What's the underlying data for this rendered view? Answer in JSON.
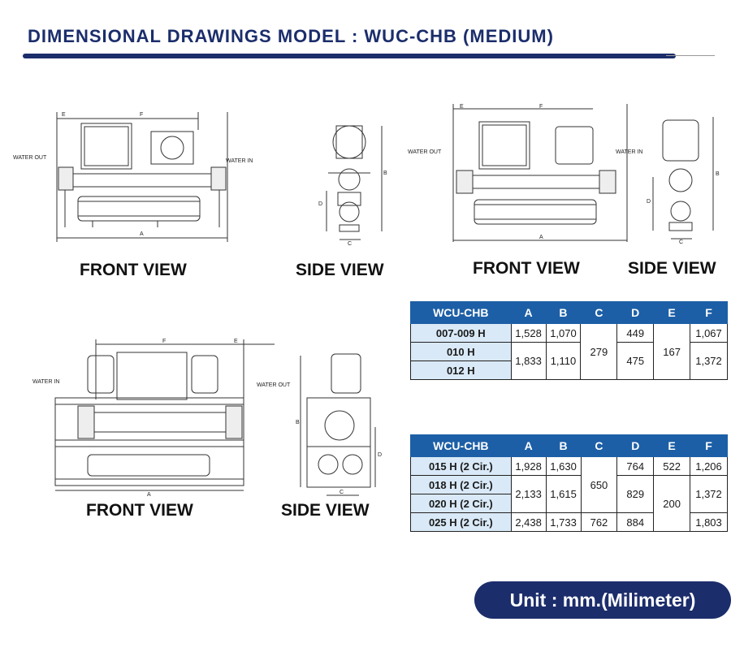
{
  "header": {
    "title": "DIMENSIONAL DRAWINGS MODEL : WUC-CHB  (MEDIUM)"
  },
  "views": {
    "front_view": "FRONT VIEW",
    "side_view": "SIDE VIEW"
  },
  "drawing_labels": {
    "water_out": "WATER OUT",
    "water_in": "WATER IN",
    "dim_a": "A",
    "dim_b": "B",
    "dim_c": "C",
    "dim_d": "D",
    "dim_e": "E",
    "dim_f": "F"
  },
  "table1": {
    "headers": [
      "WCU-CHB",
      "A",
      "B",
      "C",
      "D",
      "E",
      "F"
    ],
    "models": [
      "007-009 H",
      "010 H",
      "012 H"
    ],
    "a": [
      "1,528",
      "1,833"
    ],
    "b": [
      "1,070",
      "1,110"
    ],
    "c": "279",
    "d": [
      "449",
      "475"
    ],
    "e": "167",
    "f": [
      "1,067",
      "1,372"
    ]
  },
  "table2": {
    "headers": [
      "WCU-CHB",
      "A",
      "B",
      "C",
      "D",
      "E",
      "F"
    ],
    "models": [
      "015 H (2 Cir.)",
      "018 H (2 Cir.)",
      "020 H (2 Cir.)",
      "025 H (2 Cir.)"
    ],
    "a": [
      "1,928",
      "2,133",
      "2,438"
    ],
    "b": [
      "1,630",
      "1,615",
      "1,733"
    ],
    "c": [
      "650",
      "762"
    ],
    "d": [
      "764",
      "829",
      "884"
    ],
    "e": [
      "522",
      "200"
    ],
    "f": [
      "1,206",
      "1,372",
      "1,803"
    ]
  },
  "footer": {
    "unit": "Unit : mm.(Milimeter)"
  }
}
